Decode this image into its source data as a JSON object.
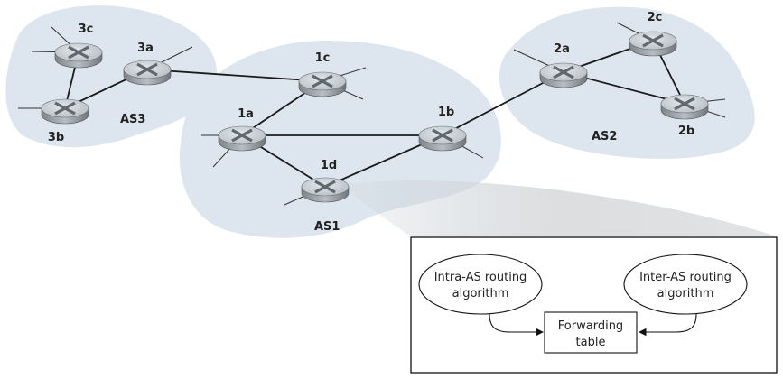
{
  "autonomous_systems": [
    {
      "id": "AS3",
      "label": "AS3"
    },
    {
      "id": "AS1",
      "label": "AS1"
    },
    {
      "id": "AS2",
      "label": "AS2"
    }
  ],
  "routers": [
    {
      "id": "3c",
      "label": "3c",
      "as": "AS3"
    },
    {
      "id": "3a",
      "label": "3a",
      "as": "AS3"
    },
    {
      "id": "3b",
      "label": "3b",
      "as": "AS3"
    },
    {
      "id": "1c",
      "label": "1c",
      "as": "AS1"
    },
    {
      "id": "1a",
      "label": "1a",
      "as": "AS1"
    },
    {
      "id": "1b",
      "label": "1b",
      "as": "AS1"
    },
    {
      "id": "1d",
      "label": "1d",
      "as": "AS1"
    },
    {
      "id": "2a",
      "label": "2a",
      "as": "AS2"
    },
    {
      "id": "2c",
      "label": "2c",
      "as": "AS2"
    },
    {
      "id": "2b",
      "label": "2b",
      "as": "AS2"
    }
  ],
  "links": [
    [
      "3c",
      "3b"
    ],
    [
      "3b",
      "3a"
    ],
    [
      "3a",
      "1c"
    ],
    [
      "1a",
      "1c"
    ],
    [
      "1a",
      "1b"
    ],
    [
      "1a",
      "1d"
    ],
    [
      "1d",
      "1b"
    ],
    [
      "1b",
      "2a"
    ],
    [
      "2a",
      "2c"
    ],
    [
      "2a",
      "2b"
    ],
    [
      "2c",
      "2b"
    ]
  ],
  "detail_box": {
    "intra_label_line1": "Intra-AS routing",
    "intra_label_line2": "algorithm",
    "inter_label_line1": "Inter-AS routing",
    "inter_label_line2": "algorithm",
    "table_label_line1": "Forwarding",
    "table_label_line2": "table"
  },
  "colors": {
    "as_fill": "#dde6ee",
    "link": "#1a1a1a",
    "router_top": "#c9ced2",
    "router_side": "#8a9196",
    "router_cross": "#5f686d"
  }
}
